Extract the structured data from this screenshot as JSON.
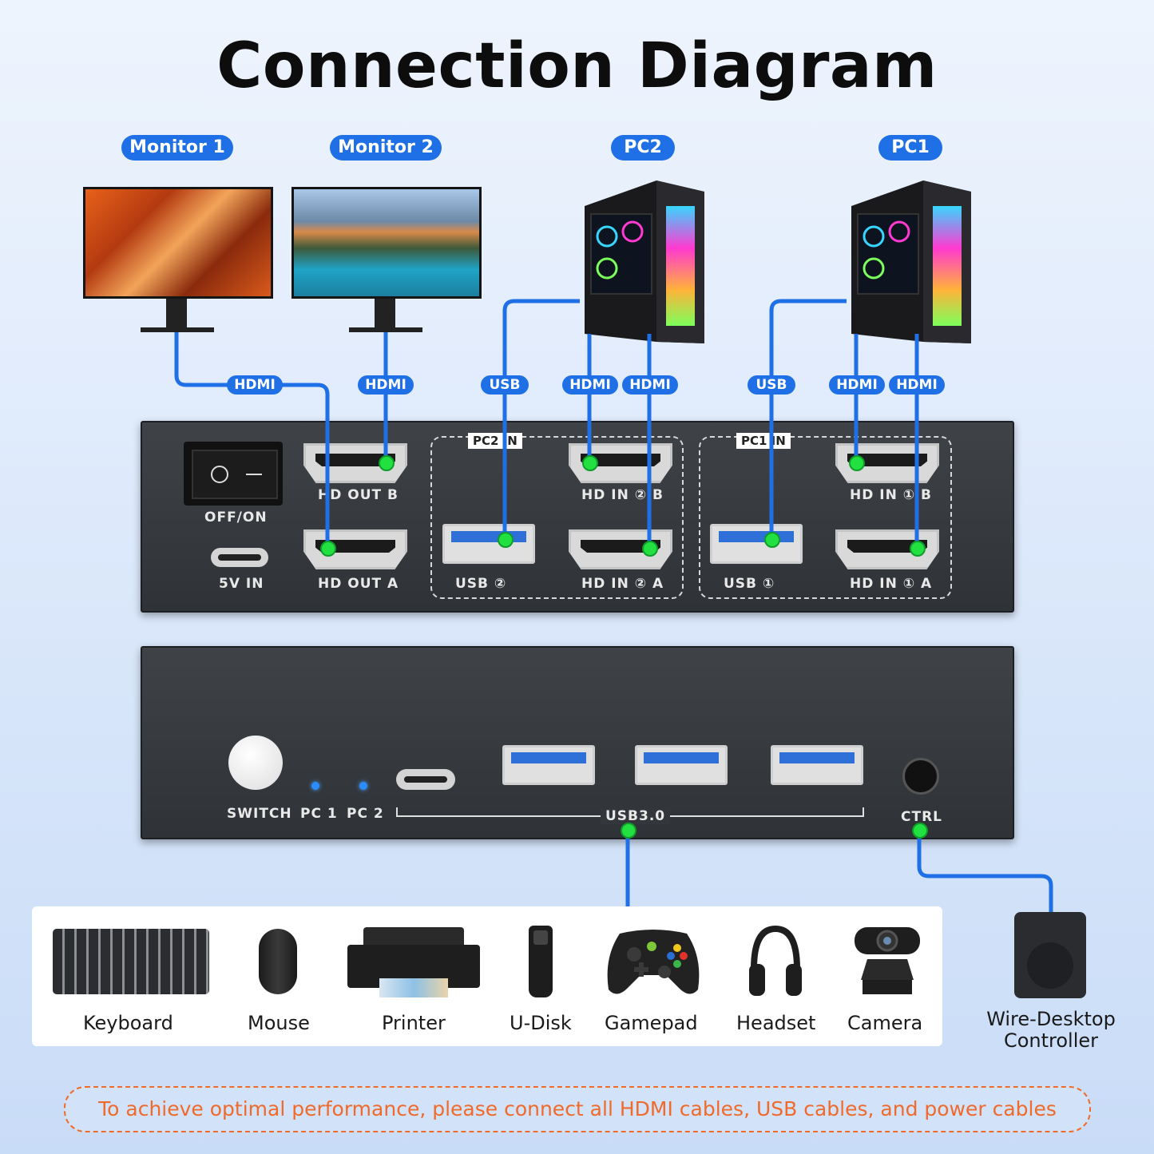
{
  "title": "Connection Diagram",
  "pills": {
    "monitor1": "Monitor 1",
    "monitor2": "Monitor 2",
    "pc2": "PC2",
    "pc1": "PC1"
  },
  "cable_tags": {
    "hdmi": "HDMI",
    "usb": "USB"
  },
  "rear_panel": {
    "power_switch": "OFF/ON",
    "power_in": "5V IN",
    "hd_out_b": "HD OUT B",
    "hd_out_a": "HD OUT A",
    "pc2_group": "PC2 IN",
    "pc1_group": "PC1 IN",
    "usb2": "USB ②",
    "usb1": "USB ①",
    "hd_in_2b": "HD IN ② B",
    "hd_in_2a": "HD IN ② A",
    "hd_in_1b": "HD IN ① B",
    "hd_in_1a": "HD IN ① A"
  },
  "front_panel": {
    "switch": "SWITCH",
    "pc1": "PC 1",
    "pc2": "PC 2",
    "usb": "USB3.0",
    "ctrl": "CTRL"
  },
  "devices": [
    "Keyboard",
    "Mouse",
    "Printer",
    "U-Disk",
    "Gamepad",
    "Headset",
    "Camera"
  ],
  "controller": {
    "line1": "Wire-Desktop",
    "line2": "Controller"
  },
  "notice": "To achieve optimal performance, please connect all HDMI cables, USB cables, and power cables",
  "colors": {
    "cable": "#1f6fe6",
    "dot": "#23e041",
    "accent": "#ef6a2b"
  }
}
